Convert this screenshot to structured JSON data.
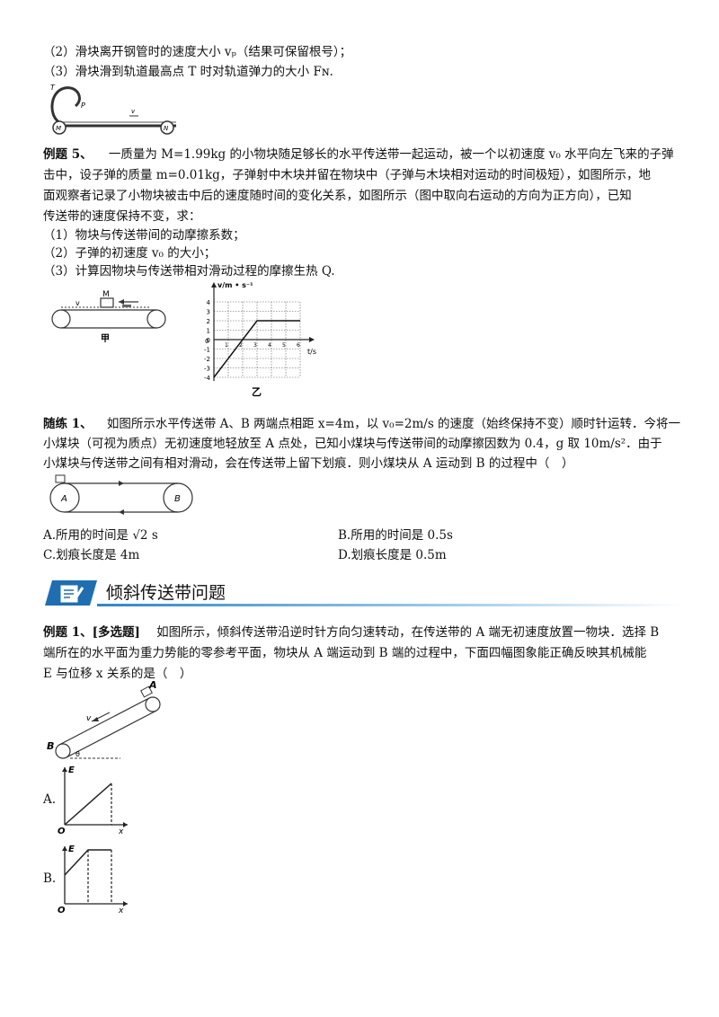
{
  "top": {
    "q2": "（2）滑块离开钢管时的速度大小 vₚ（结果可保留根号）；",
    "q3": "（3）滑块滑到轨道最高点 T 时对轨道弹力的大小 Fɴ.",
    "fig_labels": {
      "T": "T",
      "P": "P",
      "M": "M",
      "N": "N",
      "v": "v"
    }
  },
  "example5": {
    "label": "例题 5、",
    "line1": "一质量为 M=1.99kg 的小物块随足够长的水平传送带一起运动，被一个以初速度 v₀ 水平向左飞来的子弹",
    "line2": "击中，设子弹的质量 m=0.01kg，子弹射中木块并留在物块中（子弹与木块相对运动的时间极短），如图所示，地",
    "line3": "面观察者记录了小物块被击中后的速度随时间的变化关系，如图所示（图中取向右运动的方向为正方向），已知",
    "line4": "传送带的速度保持不变，求：",
    "q1": "（1）物块与传送带间的动摩擦系数；",
    "q2": "（2）子弹的初速度 v₀ 的大小；",
    "q3": "（3）计算因物块与传送带相对滑动过程的摩擦生热 Q.",
    "fig_jia": {
      "v": "v",
      "M": "M",
      "caption": "甲"
    },
    "fig_yi": {
      "caption": "乙",
      "ylabel": "v/m • s⁻¹",
      "xlabel": "t/s"
    }
  },
  "practice1": {
    "label": "随练 1、",
    "line1": "如图所示水平传送带 A、B 两端点相距 x=4m，以 v₀=2m/s 的速度（始终保持不变）顺时针运转．今将一",
    "line2": "小煤块（可视为质点）无初速度地轻放至 A 点处，已知小煤块与传送带间的动摩擦因数为 0.4，g 取 10m/s²．由于",
    "line3": "小煤块与传送带之间有相对滑动，会在传送带上留下划痕．则小煤块从 A 运动到 B 的过程中（　）",
    "fig": {
      "A": "A",
      "B": "B"
    },
    "optA": "A.所用的时间是 √2 s",
    "optB": "B.所用的时间是 0.5s",
    "optC": "C.划痕长度是 4m",
    "optD": "D.划痕长度是 0.5m"
  },
  "section": {
    "title": "倾斜传送带问题"
  },
  "example1": {
    "label": "例题 1、[多选题]",
    "line1": "如图所示，倾斜传送带沿逆时针方向匀速转动，在传送带的 A 端无初速度放置一物块．选择 B",
    "line2": "端所在的水平面为重力势能的零参考平面，物块从 A 端运动到 B 端的过程中，下面四幅图象能正确反映其机械能",
    "line3": "E 与位移 x 关系的是（　）",
    "fig": {
      "A": "A",
      "B": "B",
      "v": "v",
      "theta": "θ"
    },
    "optA_label": "A.",
    "optB_label": "B.",
    "graph_labels": {
      "E": "E",
      "O": "O",
      "x": "x"
    }
  },
  "chart_data": {
    "type": "line",
    "x": [
      0,
      3,
      6
    ],
    "y": [
      -4,
      2,
      2
    ],
    "xlabel": "t/s",
    "ylabel": "v/m • s⁻¹",
    "xlim": [
      0,
      6
    ],
    "ylim": [
      -4,
      4
    ],
    "xticks": [
      1,
      2,
      3,
      4,
      5,
      6
    ],
    "yticks": [
      -4,
      -3,
      -2,
      -1,
      0,
      1,
      2,
      3,
      4
    ],
    "grid": true
  }
}
